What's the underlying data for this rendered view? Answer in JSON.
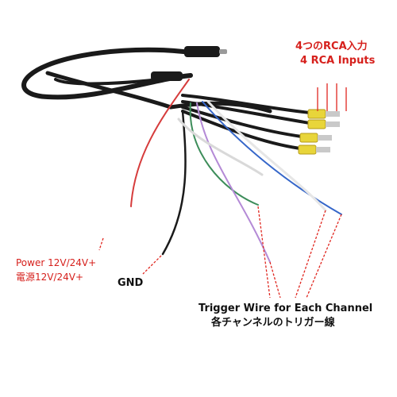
{
  "labels": {
    "rca_jp": "4つのRCA入力",
    "rca_en": "4 RCA Inputs",
    "power_en": "Power 12V/24V+",
    "power_jp": "電源12V/24V+",
    "gnd": "GND",
    "trigger_en": "Trigger Wire for Each Channel",
    "trigger_jp": "各チャンネルのトリガー線"
  },
  "colors": {
    "label_red": "#d6201c",
    "label_black": "#111111",
    "arrow_red": "#e0261f",
    "cable_black": "#1a1a1a",
    "rca_yellow": "#e8d53a",
    "wire_red": "#d63c3c",
    "wire_green": "#3d8d5a",
    "wire_purple": "#b48ad6",
    "wire_blue": "#3566c9",
    "wire_white": "#e6e6e6"
  },
  "icons": [
    "rca-plug-icon",
    "power-plug-icon"
  ]
}
